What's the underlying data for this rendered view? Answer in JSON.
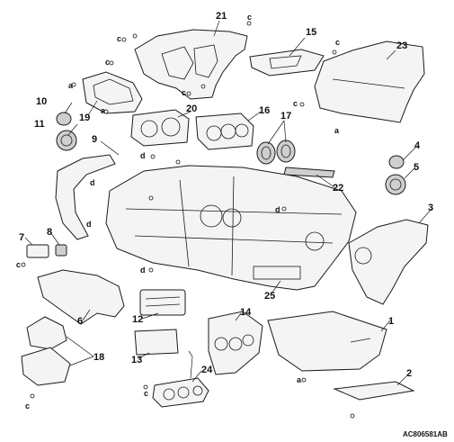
{
  "callouts": [
    "1",
    "2",
    "3",
    "4",
    "5",
    "6",
    "7",
    "8",
    "9",
    "10",
    "11",
    "12",
    "13",
    "14",
    "15",
    "16",
    "17",
    "18",
    "19",
    "20",
    "21",
    "22",
    "23",
    "24",
    "25"
  ],
  "fastener_letters": {
    "a": "a",
    "c": "c",
    "d": "d"
  },
  "figure_code": "AC806581AB"
}
